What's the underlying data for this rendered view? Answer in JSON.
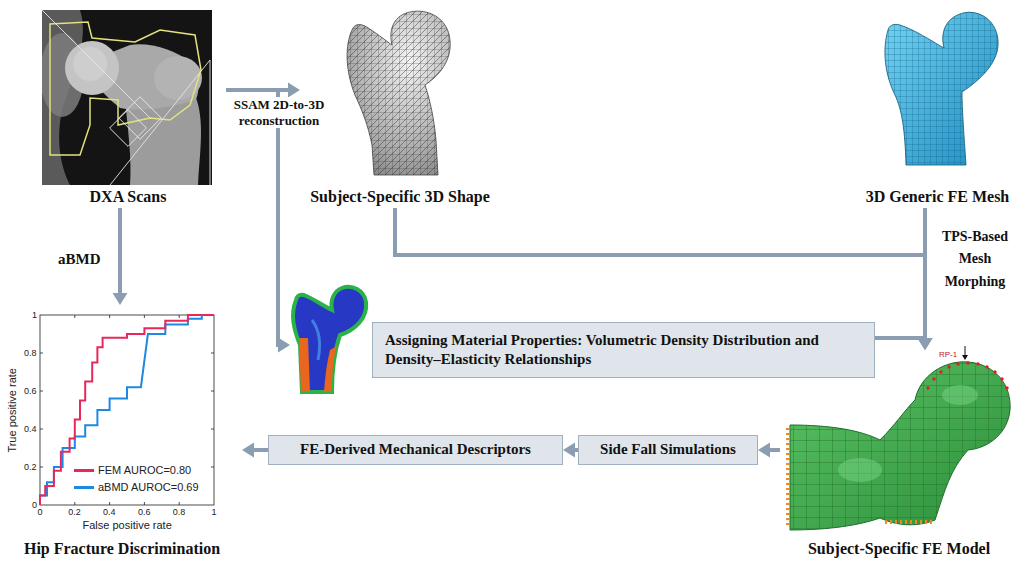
{
  "diagram": {
    "nodes": [
      {
        "text": [
          "DXA Scans"
        ]
      },
      {
        "text": [
          "Subject-Specific 3D Shape"
        ]
      },
      {
        "text": [
          "3D Generic FE Mesh"
        ]
      },
      {
        "text": [
          "Assigning Material Properties: Volumetric Density Distribution and Density–Elasticity Relationships"
        ]
      },
      {
        "text": [
          "Subject-Specific FE Model"
        ]
      },
      {
        "text": [
          "Side Fall Simulations"
        ]
      },
      {
        "text": [
          "FE-Derived Mechanical Descriptors"
        ]
      },
      {
        "text": [
          "Hip Fracture Discrimination"
        ]
      }
    ],
    "edges": [
      {
        "from": 0,
        "to": 1,
        "arrow": "to",
        "label": "SSAM 2D-to-3D reconstruction"
      },
      {
        "from": 0,
        "to": 7,
        "arrow": "to",
        "label": "aBMD"
      },
      {
        "from": 0,
        "to": 3,
        "arrow": "to"
      },
      {
        "from": 1,
        "to": 4,
        "arrow": "to"
      },
      {
        "from": 2,
        "to": 4,
        "arrow": "to",
        "label": "TPS-Based Mesh Morphing"
      },
      {
        "from": 3,
        "to": 4,
        "arrow": "to"
      },
      {
        "from": 4,
        "to": 5,
        "arrow": "to"
      },
      {
        "from": 5,
        "to": 6,
        "arrow": "to"
      },
      {
        "from": 6,
        "to": 7,
        "arrow": "to"
      }
    ],
    "labels": [
      "True positive rate",
      "0",
      "0.2",
      "0.4",
      "0.6",
      "0.8",
      "1",
      "0",
      "0.2",
      "0.4",
      "0.6",
      "0.8",
      "1",
      "False positive rate",
      "RP-1"
    ],
    "legend": [
      {
        "text": "FEM AUROC=0.80",
        "color": "#e8285a"
      },
      {
        "text": "aBMD AUROC=0.69",
        "color": "#1e88e5"
      }
    ]
  }
}
